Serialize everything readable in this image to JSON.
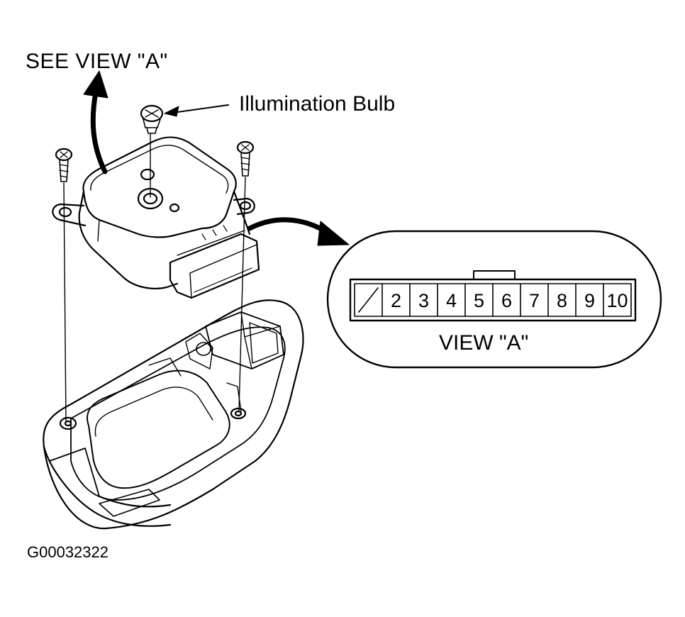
{
  "labels": {
    "see_view": "SEE VIEW \"A\"",
    "illumination_bulb": "Illumination Bulb",
    "view_a": "VIEW \"A\"",
    "figure_id": "G00032322"
  },
  "connector": {
    "pins": [
      "2",
      "3",
      "4",
      "5",
      "6",
      "7",
      "8",
      "9",
      "10"
    ]
  }
}
